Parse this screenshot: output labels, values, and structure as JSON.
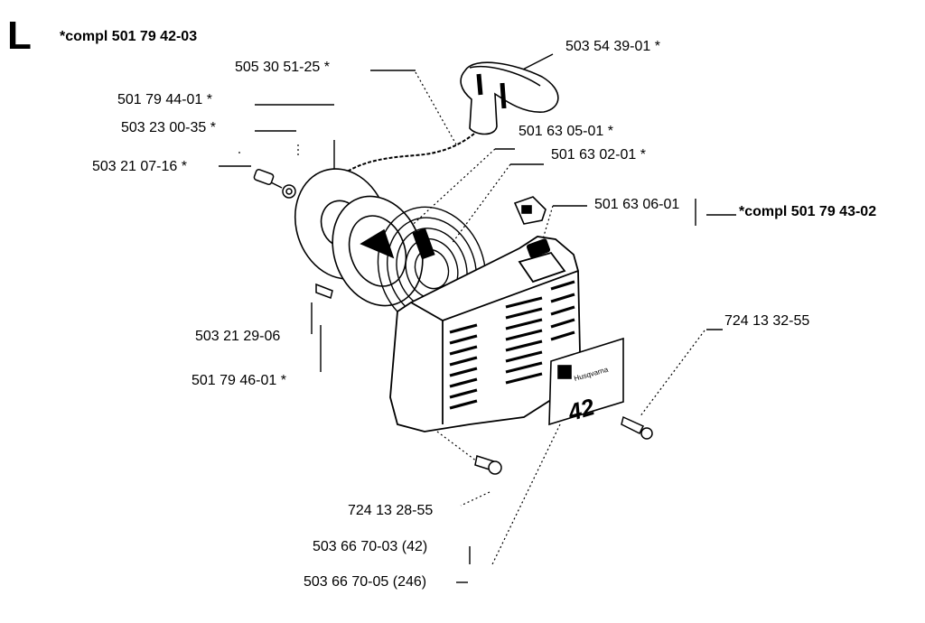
{
  "section_letter": "L",
  "assembly_top": "*compl 501 79 42-03",
  "assembly_right": "*compl 501 79 43-02",
  "labels": {
    "p1": "503 54 39-01 *",
    "p2": "505 30 51-25 *",
    "p3": "501 79 44-01 *",
    "p4": "503 23 00-35 *",
    "p5": "503 21 07-16 *",
    "p6": "501 63 05-01 *",
    "p7": "501 63 02-01 *",
    "p8": "501 63 06-01",
    "p9": "724 13 32-55",
    "p10": "503 21 29-06",
    "p11": "501 79 46-01 *",
    "p12": "724 13 28-55",
    "p13": "503 66 70-03 (42)",
    "p14": "503 66 70-05 (246)"
  },
  "decal": {
    "brand": "Husqvarna",
    "model": "42"
  },
  "colors": {
    "ink": "#000000",
    "background": "#ffffff"
  }
}
